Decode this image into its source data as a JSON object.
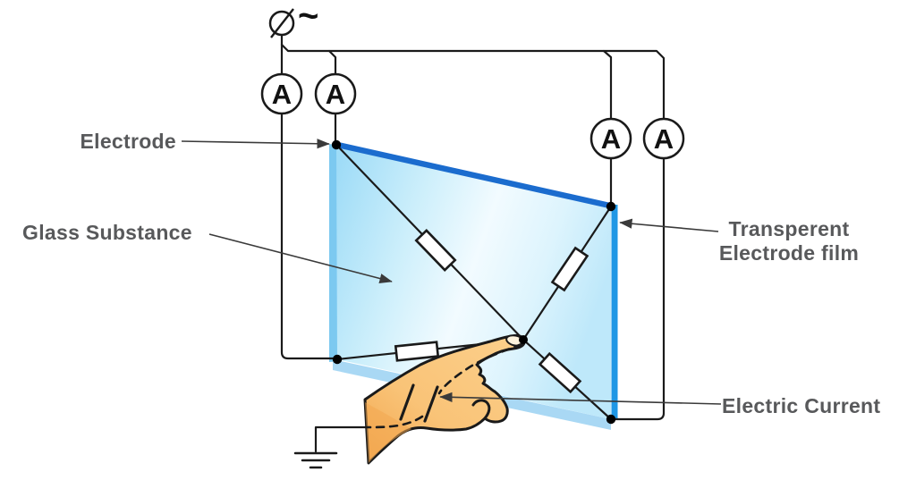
{
  "labels": {
    "electrode": "Electrode",
    "glass_substance": "Glass Substance",
    "transparent_film_line1": "Transperent",
    "transparent_film_line2": "Electrode film",
    "electric_current": "Electric Current"
  },
  "ammeters": [
    {
      "label": "A"
    },
    {
      "label": "A"
    },
    {
      "label": "A"
    },
    {
      "label": "A"
    }
  ],
  "ac_source": {
    "symbol": "~"
  },
  "components": {
    "glass_panel": "tilted glass substrate",
    "film_edges": "transparent electrode film on top and right edges",
    "corner_electrodes": 4,
    "resistors": 4,
    "touch": "finger touching panel, current paths from four corners to touch point",
    "ground": "ground symbol connected through hand capacitance"
  },
  "colors": {
    "film_top_edge": "#1b6cce",
    "film_right_edge": "#1f97e5",
    "glass_side_left": "#7cc9f0",
    "glass_side_bottom": "#a9d8f4",
    "label_text": "#58595b",
    "wire": "#1a1a1a",
    "hand_skin": "#fbca81",
    "hand_shade": "#f1a04b"
  }
}
